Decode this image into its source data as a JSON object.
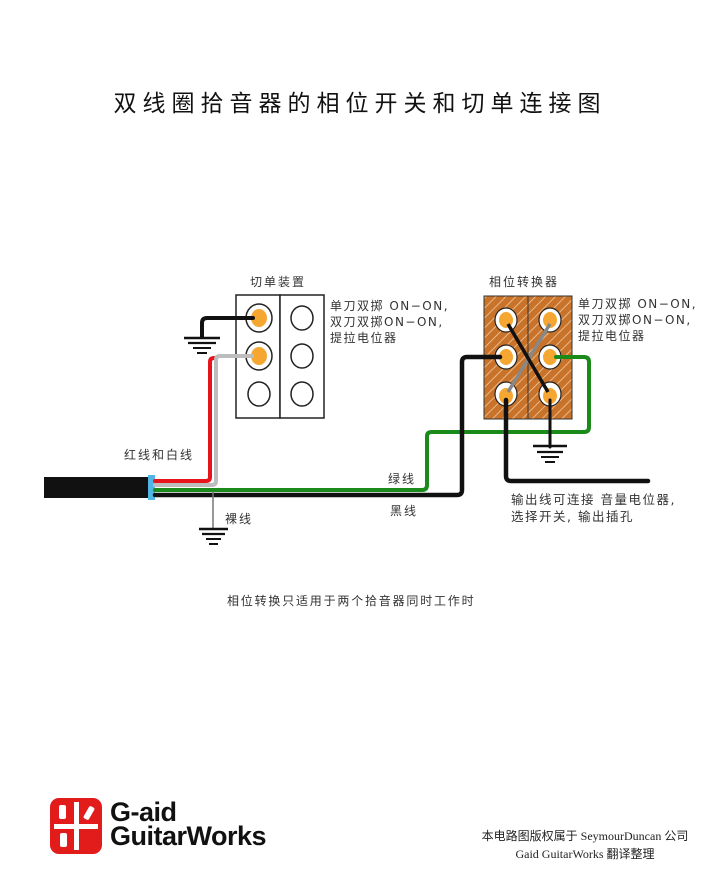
{
  "title": "双线圈拾音器的相位开关和切单连接图",
  "coil_split": {
    "label": "切单装置",
    "note": [
      "单刀双掷 ON−ON,",
      "双刀双掷ON−ON,",
      "提拉电位器"
    ]
  },
  "phase_switch": {
    "label": "相位转换器",
    "note": [
      "单刀双掷 ON−ON,",
      "双刀双掷ON−ON,",
      "提拉电位器"
    ]
  },
  "wires": {
    "red_white": "红线和白线",
    "green": "绿线",
    "black": "黑线",
    "bare": "裸线",
    "colors": {
      "red": "#e8141b",
      "white": "#bdbdbd",
      "green": "#1a8a1a",
      "black": "#111111",
      "shield_band": "#4fb6e6",
      "lug": "#f5a732",
      "phase_body": "#c9732a"
    }
  },
  "output_note": [
    "输出线可连接 音量电位器,",
    "选择开关, 输出插孔"
  ],
  "footnote": "相位转换只适用于两个拾音器同时工作时",
  "logo": {
    "line1": "G-aid",
    "line2": "GuitarWorks"
  },
  "credit": {
    "line1": "本电路图版权属于 SeymourDuncan 公司",
    "line2": "Gaid GuitarWorks 翻译整理"
  }
}
